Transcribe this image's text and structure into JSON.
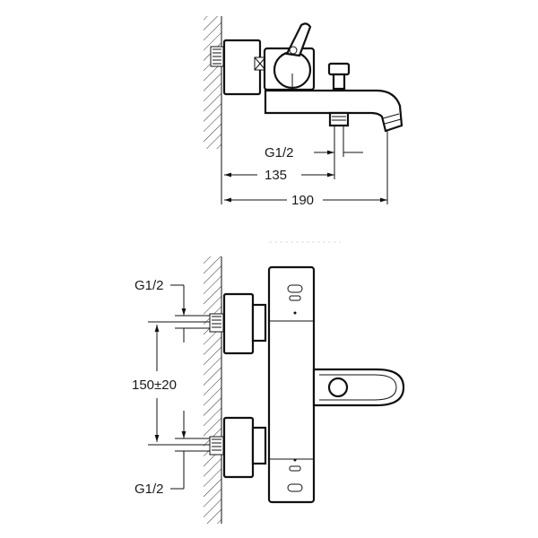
{
  "side_view": {
    "labels": {
      "thread": "G1/2",
      "dim_135": "135",
      "dim_190": "190"
    }
  },
  "front_view": {
    "labels": {
      "thread_top": "G1/2",
      "spacing": "150±20",
      "thread_bottom": "G1/2"
    }
  },
  "colors": {
    "line": "#111111",
    "background": "#ffffff"
  }
}
